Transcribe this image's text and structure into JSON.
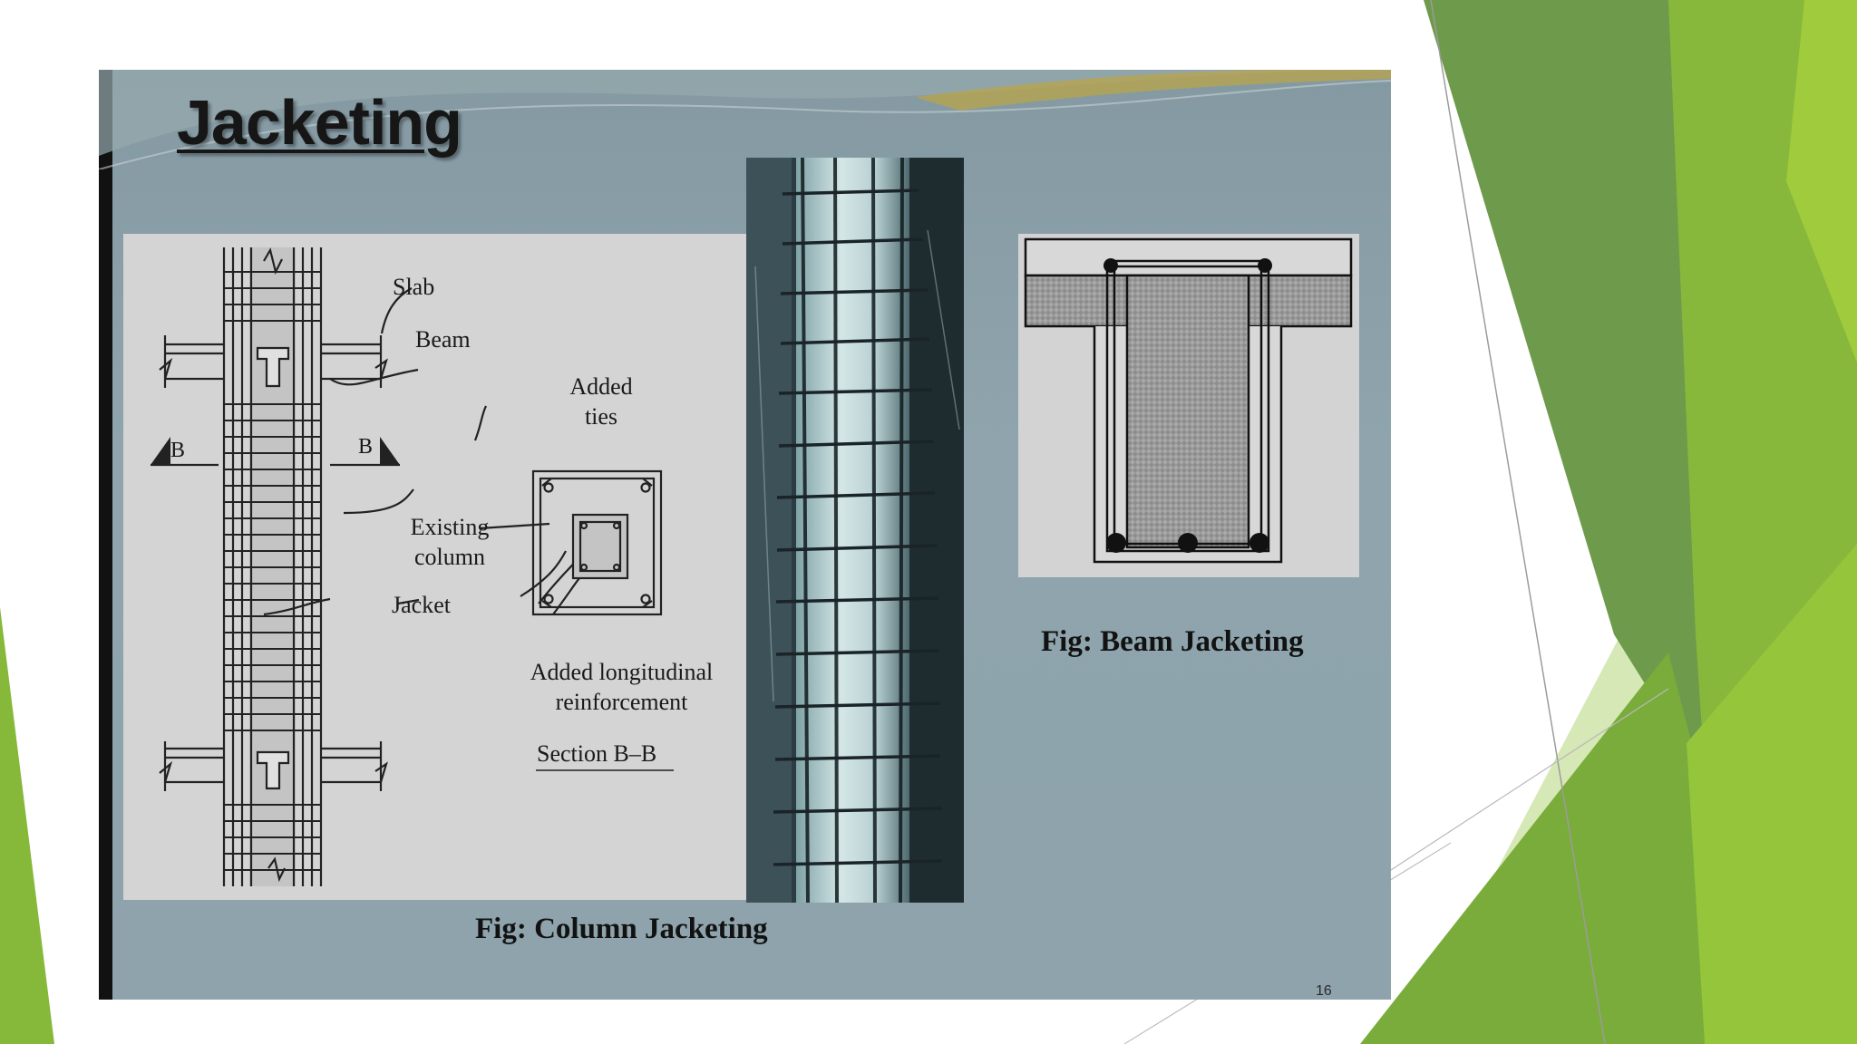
{
  "slide": {
    "title": "Jacketing",
    "slide_number": "16"
  },
  "column_diagram": {
    "labels": {
      "slab": "Slab",
      "beam": "Beam",
      "section_mark_left": "B",
      "section_mark_right": "B",
      "added_ties": "Added ties",
      "existing_column": "Existing column",
      "jacket": "Jacket",
      "added_longitudinal": "Added longitudinal reinforcement",
      "section": "Section B–B"
    },
    "caption": "Fig: Column Jacketing"
  },
  "beam_diagram": {
    "caption": "Fig: Beam Jacketing"
  },
  "colors": {
    "slide_background": "#8ea3ac",
    "green_dark": "#6f9a4a",
    "green_mid": "#84b53a",
    "green_light": "#c9e0a4"
  }
}
